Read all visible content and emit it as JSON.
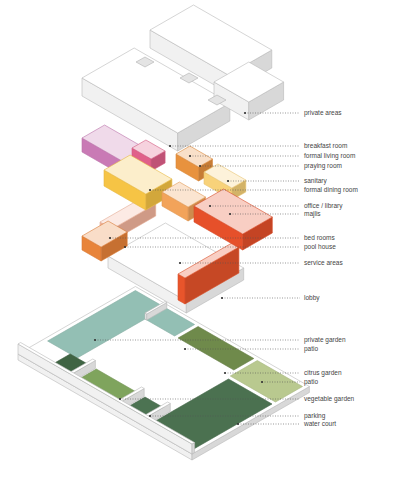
{
  "diagram": {
    "labels": [
      "private areas",
      "breakfast room",
      "formal living room",
      "praying room",
      "sanitary",
      "formal dining room",
      "office / library",
      "majlis",
      "bed rooms",
      "pool house",
      "service areas",
      "lobby",
      "private garden",
      "patio",
      "citrus garden",
      "patio",
      "vegetable garden",
      "parking",
      "water court"
    ]
  }
}
